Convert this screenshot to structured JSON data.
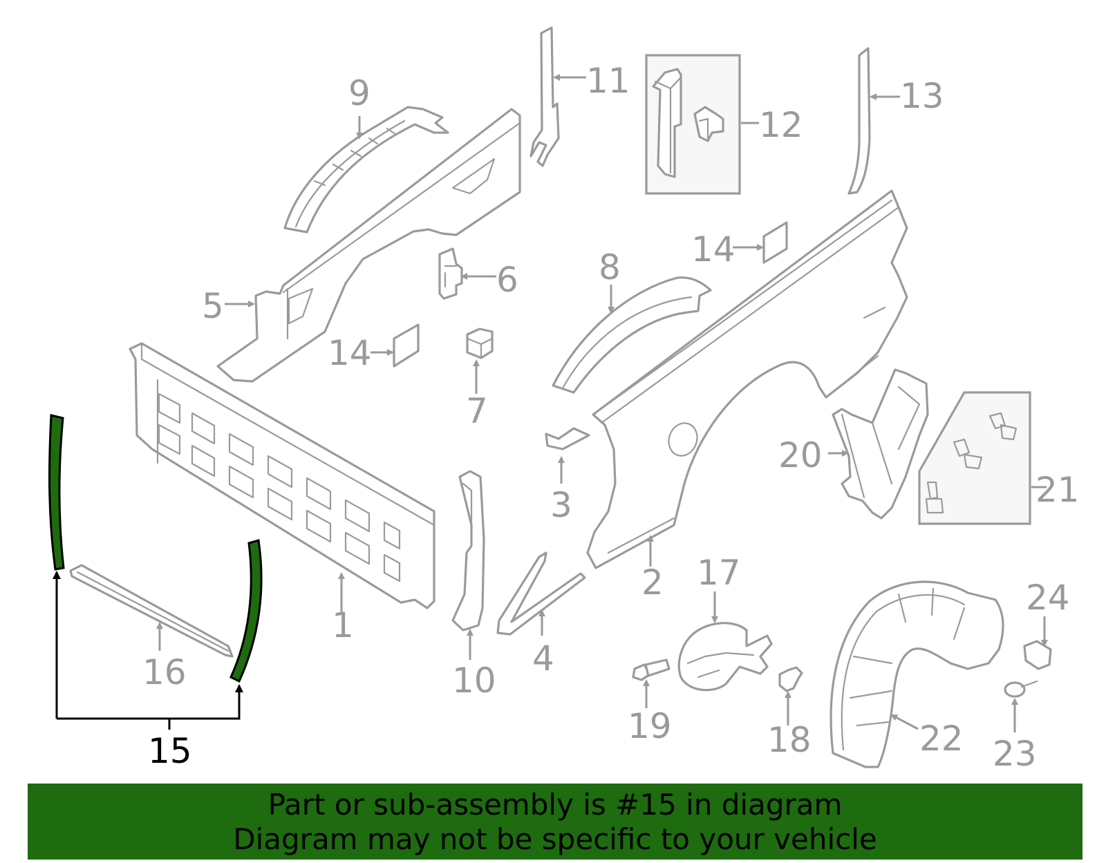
{
  "diagram": {
    "highlighted_part": "15",
    "callouts": {
      "c1": "1",
      "c2": "2",
      "c3": "3",
      "c4": "4",
      "c5": "5",
      "c6": "6",
      "c7": "7",
      "c8": "8",
      "c9": "9",
      "c10": "10",
      "c11": "11",
      "c12": "12",
      "c13": "13",
      "c14a": "14",
      "c14b": "14",
      "c15": "15",
      "c16": "16",
      "c17": "17",
      "c18": "18",
      "c19": "19",
      "c20": "20",
      "c21": "21",
      "c22": "22",
      "c23": "23",
      "c24": "24"
    },
    "colors": {
      "line": "#9a9a9a",
      "highlight": "#1e6b10",
      "label_active": "#000000"
    }
  },
  "banner": {
    "line1": "Part or sub-assembly is #15 in diagram",
    "line2": "Diagram may not be specific to your vehicle"
  }
}
